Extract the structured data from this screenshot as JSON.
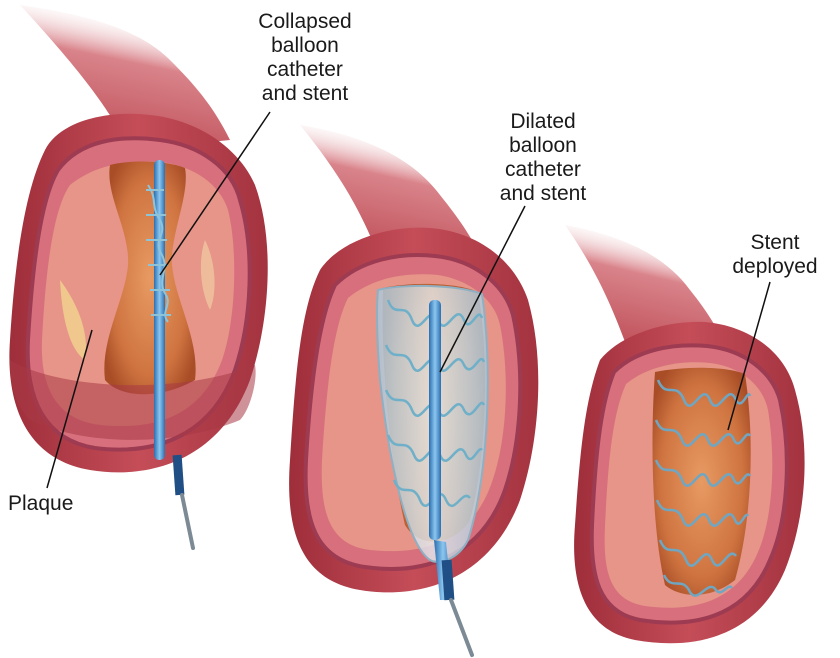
{
  "labels": {
    "collapsed": [
      "Collapsed",
      "balloon",
      "catheter",
      "and stent"
    ],
    "dilated": [
      "Dilated",
      "balloon",
      "catheter",
      "and stent"
    ],
    "deployed": [
      "Stent",
      "deployed"
    ],
    "plaque": "Plaque"
  },
  "colors": {
    "wall_outer": "#b8414b",
    "wall_dark": "#7e1f2c",
    "wall_layer": "#c3566a",
    "plaque": "#e58b88",
    "lumen": "#d97f4d",
    "lumen_deep": "#b8552a",
    "catheter": "#3f8fd1",
    "stent": "#6fb0c8",
    "balloon": "#cfdfe8",
    "leader": "#111111"
  }
}
